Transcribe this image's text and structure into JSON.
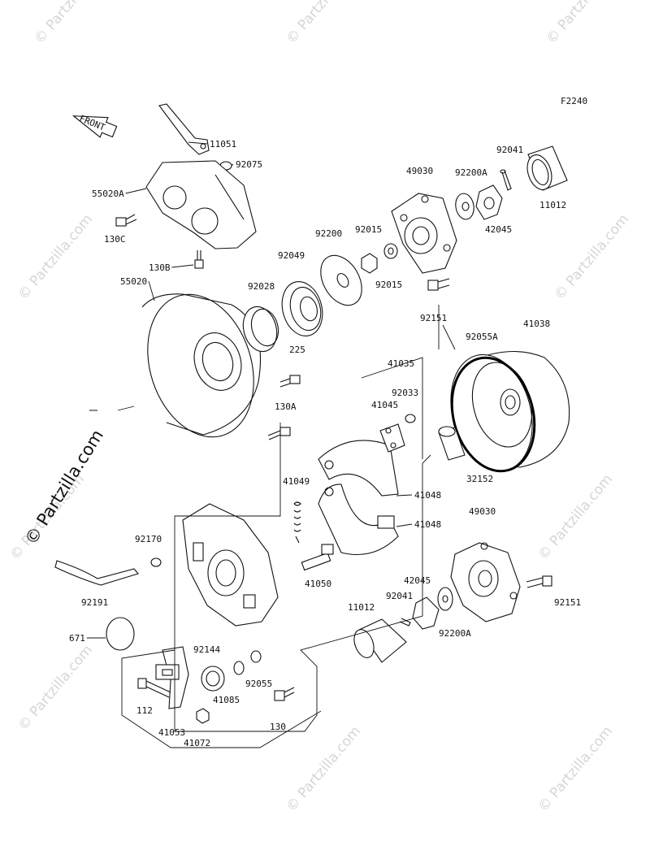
{
  "figure_code": "F2240",
  "front_label": "FRONT",
  "watermark_text": "© Partzilla.com",
  "main_watermark": "© Partzilla.com",
  "parts": [
    {
      "id": "p11051",
      "number": "11051"
    },
    {
      "id": "p92075",
      "number": "92075"
    },
    {
      "id": "p55020A",
      "number": "55020A"
    },
    {
      "id": "p130C",
      "number": "130C"
    },
    {
      "id": "p130B",
      "number": "130B"
    },
    {
      "id": "p55020",
      "number": "55020"
    },
    {
      "id": "p92028",
      "number": "92028"
    },
    {
      "id": "p92049",
      "number": "92049"
    },
    {
      "id": "p92200",
      "number": "92200"
    },
    {
      "id": "p92015a",
      "number": "92015"
    },
    {
      "id": "p92015b",
      "number": "92015"
    },
    {
      "id": "p49030a",
      "number": "49030"
    },
    {
      "id": "p92200Aa",
      "number": "92200A"
    },
    {
      "id": "p92041a",
      "number": "92041"
    },
    {
      "id": "p11012a",
      "number": "11012"
    },
    {
      "id": "p42045a",
      "number": "42045"
    },
    {
      "id": "p92151a",
      "number": "92151"
    },
    {
      "id": "p41038",
      "number": "41038"
    },
    {
      "id": "p92055A",
      "number": "92055A"
    },
    {
      "id": "p225",
      "number": "225"
    },
    {
      "id": "p41035",
      "number": "41035"
    },
    {
      "id": "p92033",
      "number": "92033"
    },
    {
      "id": "p41045",
      "number": "41045"
    },
    {
      "id": "p130A",
      "number": "130A"
    },
    {
      "id": "p32152",
      "number": "32152"
    },
    {
      "id": "p41048a",
      "number": "41048"
    },
    {
      "id": "p41049",
      "number": "41049"
    },
    {
      "id": "p41048b",
      "number": "41048"
    },
    {
      "id": "p49030b",
      "number": "49030"
    },
    {
      "id": "p92170",
      "number": "92170"
    },
    {
      "id": "p41050",
      "number": "41050"
    },
    {
      "id": "p42045b",
      "number": "42045"
    },
    {
      "id": "p92041b",
      "number": "92041"
    },
    {
      "id": "p11012b",
      "number": "11012"
    },
    {
      "id": "p92151b",
      "number": "92151"
    },
    {
      "id": "p92191",
      "number": "92191"
    },
    {
      "id": "p92200Ab",
      "number": "92200A"
    },
    {
      "id": "p671",
      "number": "671"
    },
    {
      "id": "p92144",
      "number": "92144"
    },
    {
      "id": "p92055",
      "number": "92055"
    },
    {
      "id": "p41085",
      "number": "41085"
    },
    {
      "id": "p112",
      "number": "112"
    },
    {
      "id": "p41053",
      "number": "41053"
    },
    {
      "id": "p41072",
      "number": "41072"
    },
    {
      "id": "p130",
      "number": "130"
    }
  ]
}
